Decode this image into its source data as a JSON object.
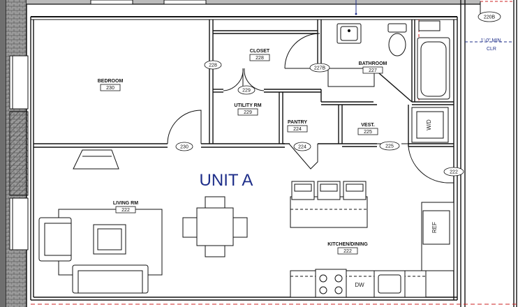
{
  "unit_label": "UNIT A",
  "rooms": {
    "bedroom": {
      "name": "BEDROOM",
      "number": "230"
    },
    "closet": {
      "name": "CLOSET",
      "number": "228"
    },
    "utility": {
      "name": "UTILITY RM",
      "number": "229"
    },
    "pantry": {
      "name": "PANTRY",
      "number": "224"
    },
    "bathroom": {
      "name": "BATHROOM",
      "number": "227"
    },
    "vestibule": {
      "name": "VEST.",
      "number": "225"
    },
    "living": {
      "name": "LIVING RM",
      "number": "222"
    },
    "kitchen": {
      "name": "KITCHEN/DINING",
      "number": "222"
    }
  },
  "doors": {
    "d230": "230",
    "d228": "228",
    "d229": "229",
    "d224": "224",
    "d225": "225",
    "d227b": "227B",
    "d222": "222",
    "d220b": "220B"
  },
  "appliances": {
    "ref": "REF",
    "washer_dryer": "W/D",
    "dishwasher": "DW"
  },
  "clearance": {
    "line1": "1'-0\" MIN.",
    "line2": "CLR"
  },
  "colors": {
    "wall": "#111111",
    "hatch": "#555555",
    "accent": "#1f2f8a",
    "red_mark": "#cc2222"
  }
}
